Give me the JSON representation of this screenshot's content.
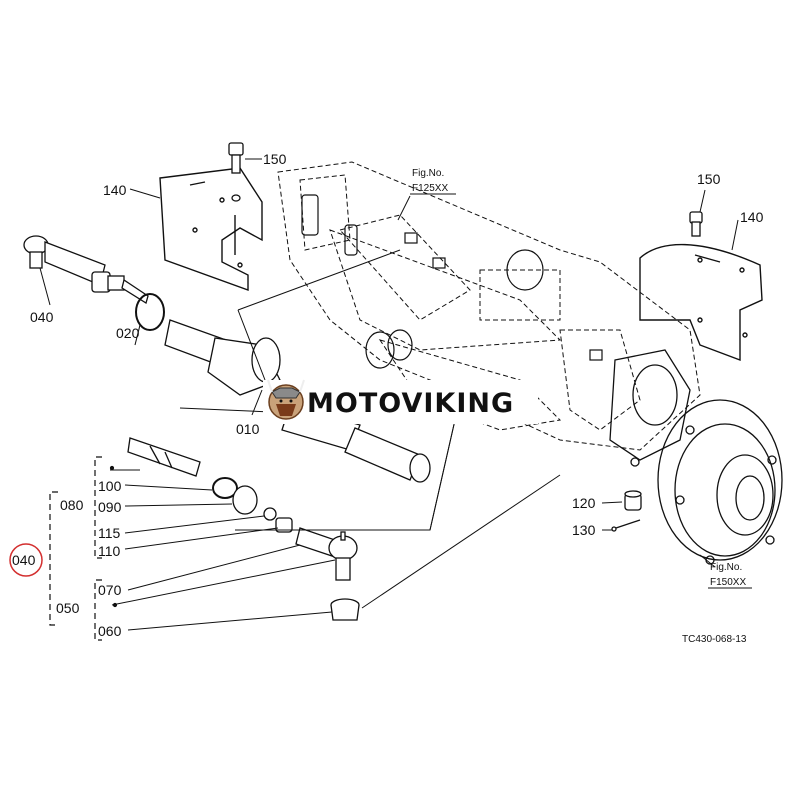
{
  "labels": {
    "p150_left": "150",
    "p150_right": "150",
    "p140_left": "140",
    "p140_right": "140",
    "p040_end": "040",
    "p020": "020",
    "p010": "010",
    "p100": "100",
    "p090": "090",
    "p080": "080",
    "p115": "115",
    "p110": "110",
    "p070": "070",
    "p050": "050",
    "p060": "060",
    "p040_circled": "040",
    "p120": "120",
    "p130": "130"
  },
  "fig_refs": {
    "top_label": "Fig.No.",
    "top_number": "F125XX",
    "right_label": "Fig.No.",
    "right_number": "F150XX"
  },
  "watermark": {
    "brand": "MOTOVIKING"
  },
  "footer": {
    "drawing_code": "TC430-068-13"
  },
  "colors": {
    "line": "#111111",
    "circle_mark": "#d32f2f",
    "background": "#ffffff"
  }
}
